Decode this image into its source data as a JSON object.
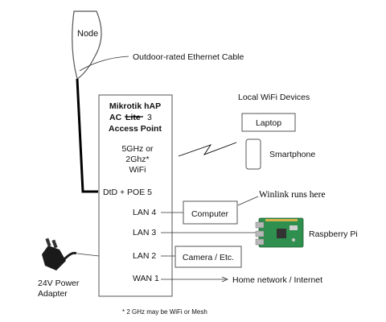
{
  "node_label": "Node",
  "cable_label": "Outdoor-rated Ethernet Cable",
  "wifi_devices_heading": "Local WiFi Devices",
  "router": {
    "title_line1": "Mikrotik hAP",
    "title_line2_prefix": "AC",
    "title_line2_strike": "Lite",
    "title_line2_suffix": "3",
    "title_line3": "Access Point",
    "wifi_line1": "5GHz or",
    "wifi_line2": "2Ghz*",
    "wifi_line3": "WiFi",
    "dtd_poe": "DtD + POE  5",
    "lan4": "LAN 4",
    "lan3": "LAN 3",
    "lan2": "LAN 2",
    "wan1": "WAN 1"
  },
  "laptop_label": "Laptop",
  "smartphone_label": "Smartphone",
  "computer_label": "Computer",
  "winlink_label": "Winlink runs here",
  "raspberry_label": "Raspberry Pi",
  "camera_label": "Camera / Etc.",
  "home_network_label": "Home network / Internet",
  "power_label_line1": "24V Power",
  "power_label_line2": "Adapter",
  "footnote": "* 2 GHz may be WiFi or Mesh"
}
